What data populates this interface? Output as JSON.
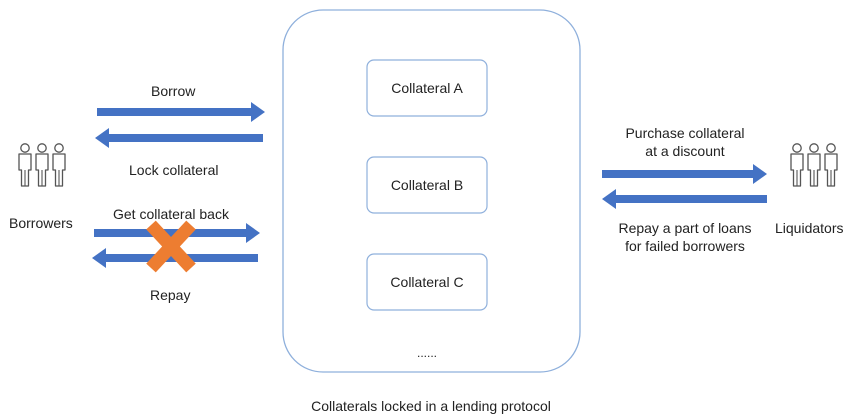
{
  "borrowers": {
    "label": "Borrowers",
    "arrow_labels": {
      "borrow": "Borrow",
      "lock": "Lock collateral",
      "get_back": "Get collateral back",
      "repay": "Repay"
    }
  },
  "protocol": {
    "caption": "Collaterals locked in a lending protocol",
    "collaterals": [
      "Collateral A",
      "Collateral B",
      "Collateral C"
    ],
    "ellipsis": "......"
  },
  "liquidators": {
    "label": "Liquidators",
    "arrow_labels": {
      "purchase_line1": "Purchase collateral",
      "purchase_line2": "at a discount",
      "repay_line1": "Repay a part of loans",
      "repay_line2": "for failed borrowers"
    }
  },
  "colors": {
    "arrow": "#4472C4",
    "cross": "#ED7D31",
    "box_border": "#8FB0DC",
    "icon": "#555555"
  },
  "icons": {
    "borrowers_icon": "people-group-icon",
    "liquidators_icon": "people-group-icon",
    "blocked_icon": "cross-icon"
  }
}
